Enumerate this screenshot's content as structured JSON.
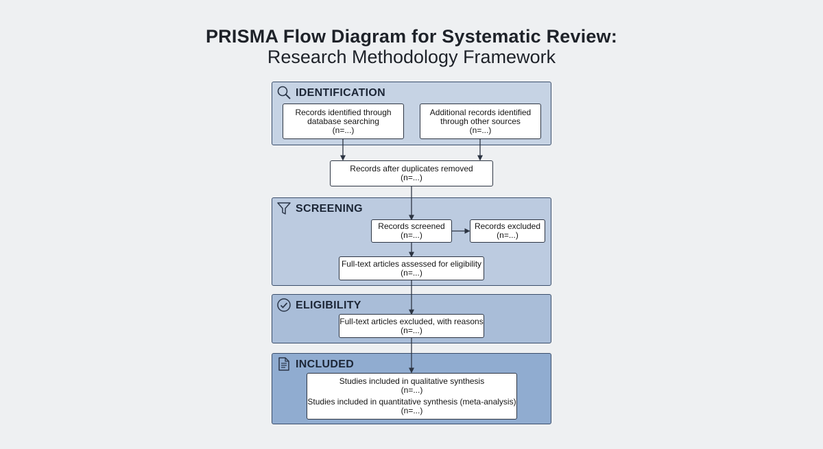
{
  "title": {
    "main": "PRISMA Flow Diagram for Systematic Review:",
    "sub": "Research Methodology Framework"
  },
  "phases": {
    "identification": {
      "label": "IDENTIFICATION",
      "icon": "magnifier-icon"
    },
    "screening": {
      "label": "SCREENING",
      "icon": "funnel-icon"
    },
    "eligibility": {
      "label": "ELIGIBILITY",
      "icon": "check-circle-icon"
    },
    "included": {
      "label": "INCLUDED",
      "icon": "document-icon"
    }
  },
  "boxes": {
    "database": {
      "line1": "Records identified through",
      "line2": "database searching",
      "n": "(n=...)"
    },
    "other_sources": {
      "line1": "Additional records identified",
      "line2": "through other sources",
      "n": "(n=...)"
    },
    "duplicates_removed": {
      "line1": "Records after duplicates removed",
      "n": "(n=...)"
    },
    "screened": {
      "line1": "Records screened",
      "n": "(n=...)"
    },
    "excluded": {
      "line1": "Records excluded",
      "n": "(n=...)"
    },
    "fulltext_assessed": {
      "line1": "Full-text articles assessed for eligibility",
      "n": "(n=...)"
    },
    "fulltext_excluded": {
      "line1": "Full-text articles excluded, with reasons",
      "n": "(n=...)"
    },
    "included": {
      "qualitative": "Studies included in qualitative synthesis",
      "qualitative_n": "(n=...)",
      "quantitative": "Studies included in quantitative synthesis (meta-analysis)",
      "quantitative_n": "(n=...)"
    }
  },
  "colors": {
    "identification": "#c6d3e4",
    "screening": "#bccbe0",
    "eligibility": "#a9bdd8",
    "included": "#90acd0",
    "border": "#3a4e6b"
  }
}
